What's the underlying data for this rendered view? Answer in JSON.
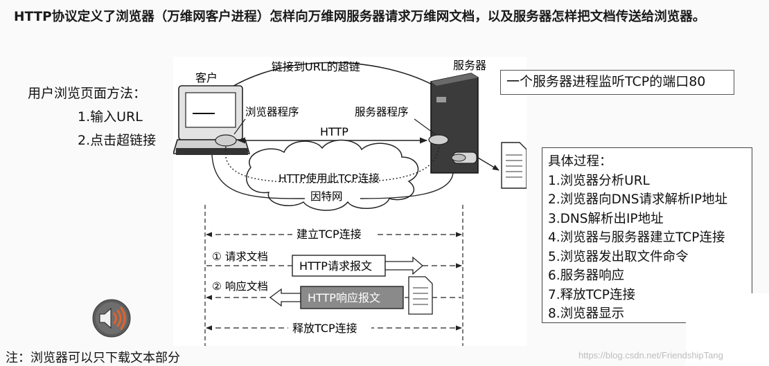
{
  "intro": "HTTP协议定义了浏览器（万维网客户进程）怎样向万维网服务器请求万维网文档，以及服务器怎样把文档传送给浏览器。",
  "methods": {
    "title": "用户浏览页面方法：",
    "items": [
      "1.输入URL",
      "2.点击超链接"
    ]
  },
  "diagram": {
    "client": "客户",
    "server": "服务器",
    "hyperlink": "链接到URL的超链",
    "browser_program": "浏览器程序",
    "server_program": "服务器程序",
    "http": "HTTP",
    "tcp_conn": "HTTP使用此TCP连接",
    "internet": "因特网",
    "establish": "建立TCP连接",
    "request_doc": "① 请求文档",
    "request_msg": "HTTP请求报文",
    "response_doc": "② 响应文档",
    "response_msg": "HTTP响应报文",
    "release": "释放TCP连接"
  },
  "callout": "一个服务器进程监听TCP的端口80",
  "steps": {
    "title": "具体过程：",
    "items": [
      "1.浏览器分析URL",
      "2.浏览器向DNS请求解析IP地址",
      "3.DNS解析出IP地址",
      "4.浏览器与服务器建立TCP连接",
      "5.浏览器发出取文件命令",
      "6.服务器响应",
      "7.释放TCP连接",
      "8.浏览器显示"
    ]
  },
  "note": "注：浏览器可以只下载文本部分",
  "watermark": "https://blog.csdn.net/FriendshipTang",
  "icons": {
    "speaker": "speaker-audio-icon"
  },
  "colors": {
    "speaker_wave": "#e2622b",
    "speaker_bg": "#5c5c5c",
    "server_body": "#3b3b3b",
    "message_box": "#8a8a8a"
  }
}
